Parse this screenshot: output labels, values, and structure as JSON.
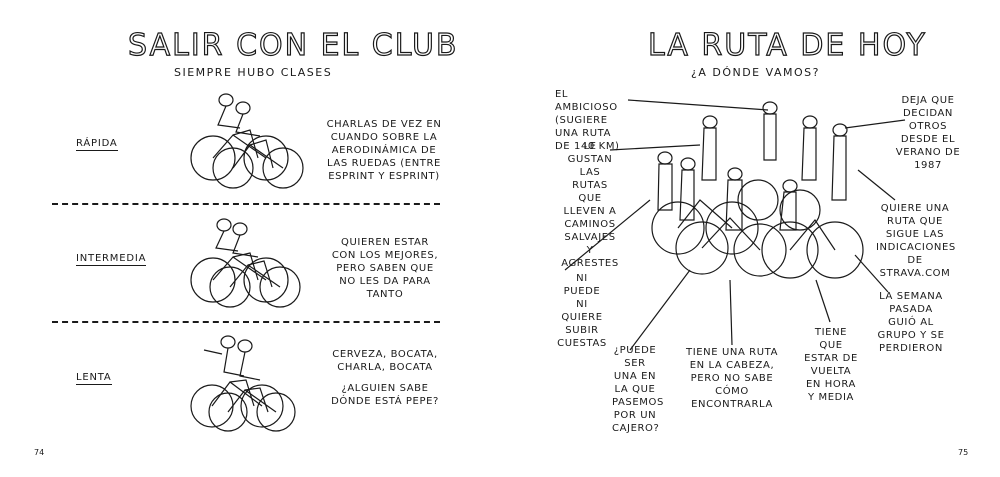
{
  "left": {
    "title": "SALIR CON EL CLUB",
    "subtitle": "SIEMPRE HUBO CLASES",
    "rows": [
      {
        "label": "RÁPIDA",
        "desc": "CHARLAS DE VEZ EN CUANDO SOBRE LA AERODINÁMICA DE LAS RUEDAS (ENTRE ESPRINT Y ESPRINT)"
      },
      {
        "label": "INTERMEDIA",
        "desc": "QUIEREN ESTAR CON LOS MEJORES, PERO SABEN QUE NO LES DA PARA TANTO"
      },
      {
        "label": "LENTA",
        "desc": "CERVEZA, BOCATA, CHARLA, BOCATA",
        "desc2": "¿ALGUIEN SABE DÓNDE ESTÁ PEPE?"
      }
    ],
    "page_number": "74"
  },
  "right": {
    "title": "LA RUTA DE HOY",
    "subtitle": "¿A DÓNDE VAMOS?",
    "annotations": [
      {
        "id": "ambicioso",
        "text": "EL AMBICIOSO (SUGIERE UNA RUTA DE 140 KM)"
      },
      {
        "id": "caminos",
        "text": "LE GUSTAN LAS RUTAS QUE LLEVEN A CAMINOS SALVAJES Y AGRESTES"
      },
      {
        "id": "cuestas",
        "text": "NI PUEDE NI QUIERE SUBIR CUESTAS"
      },
      {
        "id": "cajero",
        "text": "¿PUEDE SER UNA EN LA QUE PASEMOS POR UN CAJERO?"
      },
      {
        "id": "cabeza",
        "text": "TIENE UNA RUTA EN LA CABEZA, PERO NO SABE CÓMO ENCONTRARLA"
      },
      {
        "id": "vuelta",
        "text": "TIENE QUE ESTAR DE VUELTA EN HORA Y MEDIA"
      },
      {
        "id": "semana",
        "text": "LA SEMANA PASADA GUIÓ AL GRUPO Y SE PERDIERON"
      },
      {
        "id": "strava",
        "text": "QUIERE UNA RUTA QUE SIGUE LAS INDICACIONES DE STRAVA.COM"
      },
      {
        "id": "decidan",
        "text": "DEJA QUE DECIDAN OTROS DESDE EL VERANO DE 1987"
      }
    ],
    "page_number": "75"
  }
}
